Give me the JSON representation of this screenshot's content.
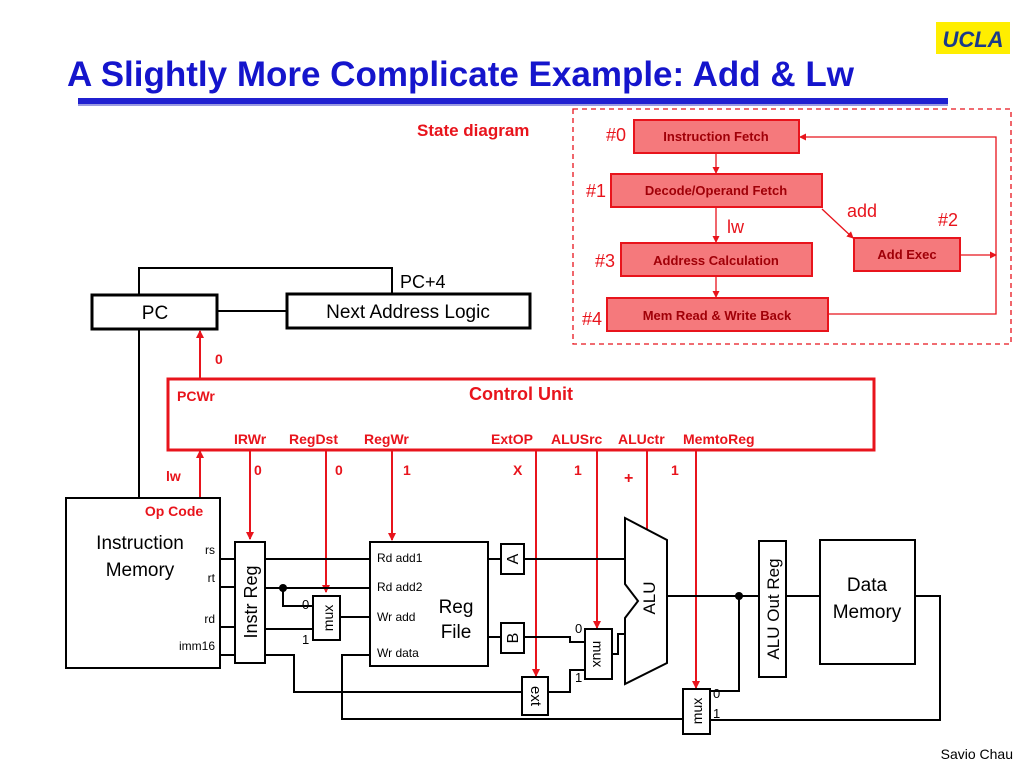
{
  "title": "A Slightly More Complicate Example: Add & Lw",
  "logo": "UCLA",
  "author": "Savio Chau",
  "state_diagram": {
    "label": "State diagram",
    "states": [
      {
        "id": "#0",
        "name": "Instruction Fetch"
      },
      {
        "id": "#1",
        "name": "Decode/Operand Fetch"
      },
      {
        "id": "#2",
        "name": "Add Exec"
      },
      {
        "id": "#3",
        "name": "Address Calculation"
      },
      {
        "id": "#4",
        "name": "Mem Read & Write Back"
      }
    ],
    "edge_labels": {
      "add": "add",
      "lw": "lw"
    }
  },
  "datapath": {
    "pc": "PC",
    "pc_plus4": "PC+4",
    "next_addr": "Next Address Logic",
    "control_unit": "Control Unit",
    "pcwr": "PCWr",
    "pcwr_value": "0",
    "lw_label": "lw",
    "opcode": "Op Code",
    "instr_mem": [
      "Instruction",
      "Memory"
    ],
    "instr_fields": [
      "rs",
      "rt",
      "rd",
      "imm16"
    ],
    "instr_reg": "Instr Reg",
    "mux": "mux",
    "reg_file": [
      "Reg",
      "File"
    ],
    "reg_ports": [
      "Rd add1",
      "Rd add2",
      "Wr add",
      "Wr data"
    ],
    "reg_a": "A",
    "reg_b": "B",
    "ext": "ext",
    "alu": "ALU",
    "alu_out": "ALU Out Reg",
    "data_mem": [
      "Data",
      "Memory"
    ],
    "mux_zero": "0",
    "mux_one": "1",
    "signals": [
      {
        "name": "IRWr",
        "value": "0"
      },
      {
        "name": "RegDst",
        "value": "0"
      },
      {
        "name": "RegWr",
        "value": "1"
      },
      {
        "name": "ExtOP",
        "value": "X"
      },
      {
        "name": "ALUSrc",
        "value": "1"
      },
      {
        "name": "ALUctr",
        "value": "+"
      },
      {
        "name": "MemtoReg",
        "value": "1"
      }
    ]
  },
  "colors": {
    "red": "#e8141c",
    "title_blue": "#1515cc",
    "state_fill": "#f5797c",
    "logo_yellow": "#ffee00"
  }
}
